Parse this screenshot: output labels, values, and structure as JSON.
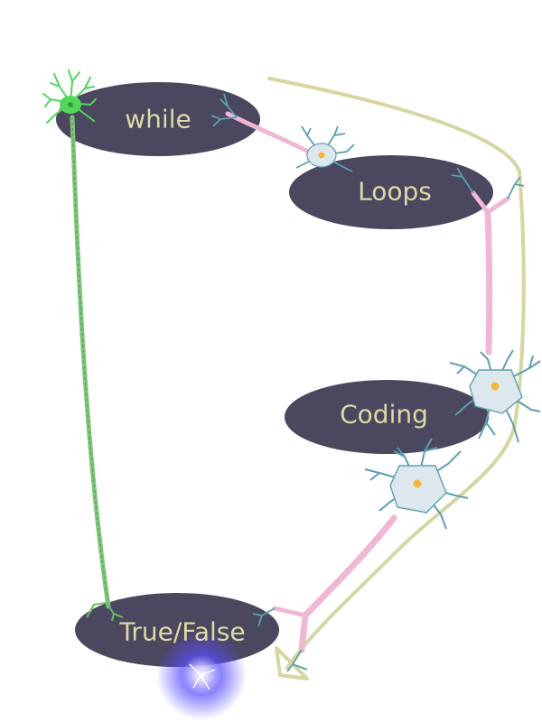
{
  "nodes": [
    {
      "id": "while",
      "label": "while"
    },
    {
      "id": "loops",
      "label": "Loops"
    },
    {
      "id": "coding",
      "label": "Coding"
    },
    {
      "id": "truefalse",
      "label": "True/False"
    }
  ],
  "colors": {
    "node_fill": "#4a475f",
    "node_text": "#dedaa6",
    "arrow": "#d6d6a3",
    "axon_pink": "#f0b7d4",
    "axon_pink_stroke": "#d591b6",
    "axon_green": "#7ec67a",
    "neuron_body": "#dce8ee",
    "neuron_dendrite": "#5d9fae",
    "neuron_nucleus": "#f6b33d",
    "green_neuron": "#52d65c",
    "spark": "#5b4bff"
  }
}
